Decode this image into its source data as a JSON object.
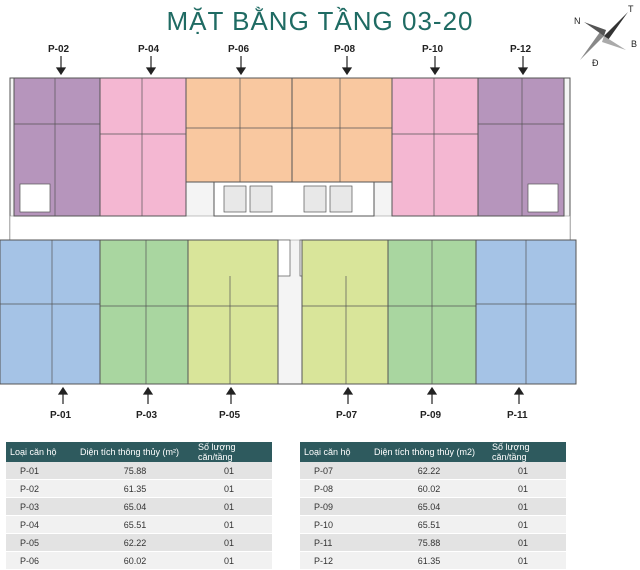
{
  "title": "MẶT BẰNG TẦNG 03-20",
  "compass": {
    "n": "N",
    "t": "T",
    "b": "B",
    "d": "Đ"
  },
  "top_units": [
    {
      "label": "P-02",
      "color": "#b695bc"
    },
    {
      "label": "P-04",
      "color": "#f4b7d2"
    },
    {
      "label": "P-06",
      "color": "#f9c8a0"
    },
    {
      "label": "P-08",
      "color": "#f9c8a0"
    },
    {
      "label": "P-10",
      "color": "#f4b7d2"
    },
    {
      "label": "P-12",
      "color": "#b695bc"
    }
  ],
  "bottom_units": [
    {
      "label": "P-01",
      "color": "#a5c3e6"
    },
    {
      "label": "P-03",
      "color": "#a9d6a0"
    },
    {
      "label": "P-05",
      "color": "#d9e59a"
    },
    {
      "label": "P-07",
      "color": "#d9e59a"
    },
    {
      "label": "P-09",
      "color": "#a9d6a0"
    },
    {
      "label": "P-11",
      "color": "#a5c3e6"
    }
  ],
  "colors": {
    "title": "#1f6b63",
    "table_header": "#2e5a5e",
    "corridor": "#ffffff",
    "wall": "#4a4a4a"
  },
  "table_headers": {
    "type": "Loại căn hộ",
    "area_left": "Diện tích thông thủy (m²)",
    "area_right": "Diện tích thông thủy (m2)",
    "count": "Số lượng căn/tầng"
  },
  "table_left": [
    {
      "type": "P-01",
      "area": "75.88",
      "count": "01"
    },
    {
      "type": "P-02",
      "area": "61.35",
      "count": "01"
    },
    {
      "type": "P-03",
      "area": "65.04",
      "count": "01"
    },
    {
      "type": "P-04",
      "area": "65.51",
      "count": "01"
    },
    {
      "type": "P-05",
      "area": "62.22",
      "count": "01"
    },
    {
      "type": "P-06",
      "area": "60.02",
      "count": "01"
    }
  ],
  "table_right": [
    {
      "type": "P-07",
      "area": "62.22",
      "count": "01"
    },
    {
      "type": "P-08",
      "area": "60.02",
      "count": "01"
    },
    {
      "type": "P-09",
      "area": "65.04",
      "count": "01"
    },
    {
      "type": "P-10",
      "area": "65.51",
      "count": "01"
    },
    {
      "type": "P-11",
      "area": "75.88",
      "count": "01"
    },
    {
      "type": "P-12",
      "area": "61.35",
      "count": "01"
    }
  ]
}
